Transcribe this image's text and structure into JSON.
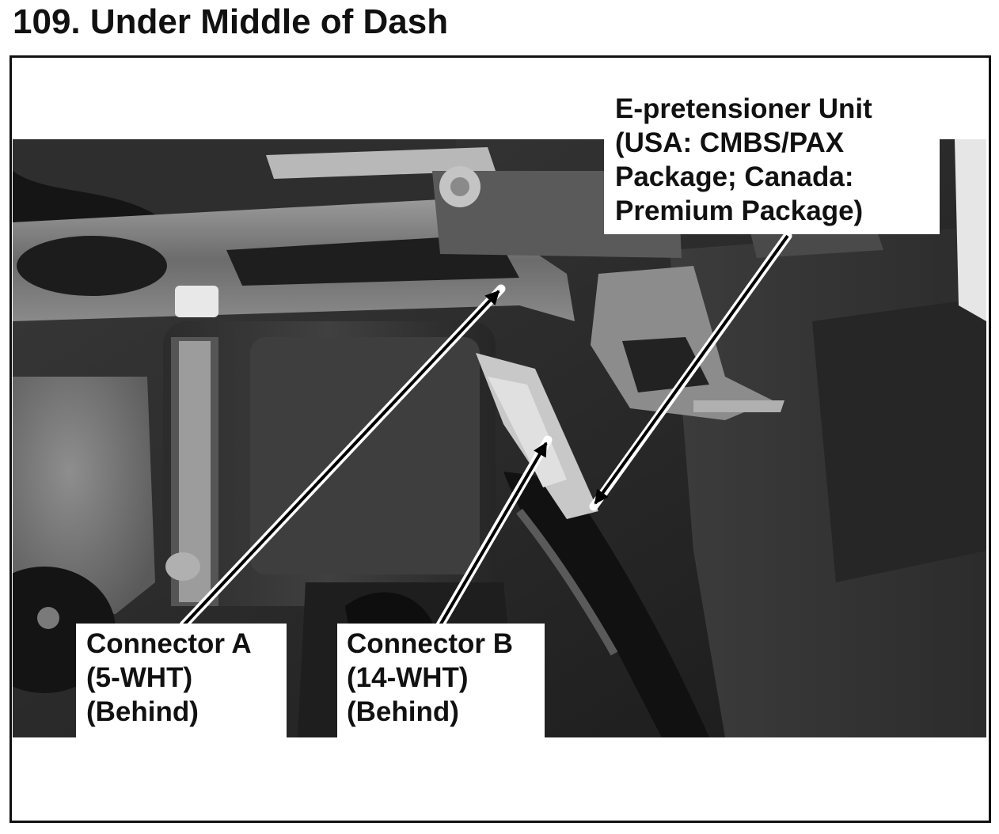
{
  "title": "109. Under Middle of Dash",
  "callouts": {
    "e_pretensioner": {
      "line1": "E-pretensioner Unit",
      "line2": "(USA: CMBS/PAX",
      "line3": "Package; Canada:",
      "line4": "Premium Package)"
    },
    "connector_a": {
      "line1": "Connector A",
      "line2": "(5-WHT)",
      "line3": "(Behind)"
    },
    "connector_b": {
      "line1": "Connector B",
      "line2": "(14-WHT)",
      "line3": "(Behind)"
    }
  },
  "colors": {
    "text": "#111111",
    "frame": "#111111",
    "background": "#ffffff"
  }
}
